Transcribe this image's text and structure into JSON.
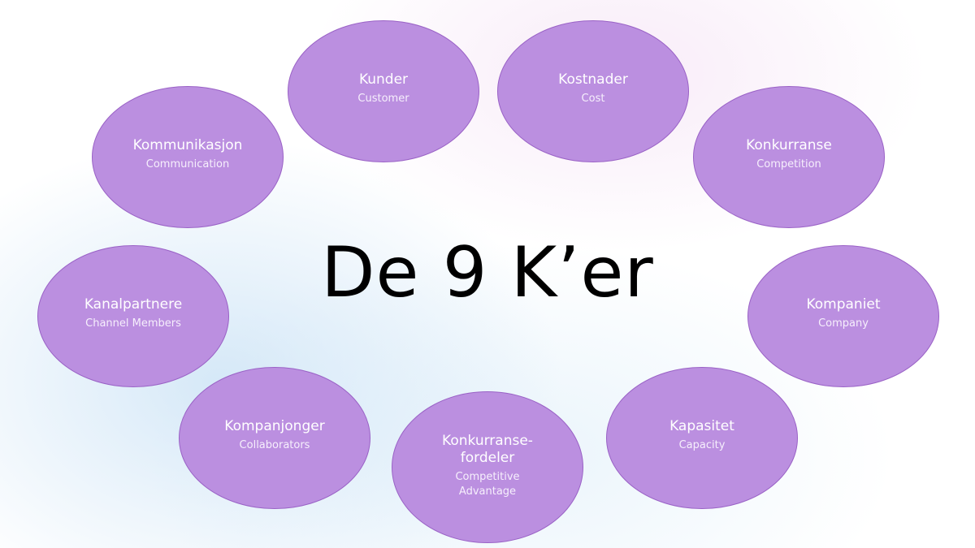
{
  "title": "De 9 K’er",
  "colors": {
    "node_fill": "#bb8fe0",
    "node_border": "#9a62c6",
    "node_text": "#ffffff",
    "title_text": "#000000"
  },
  "nodes": {
    "kunder": {
      "name": "Kunder",
      "sub": "Customer"
    },
    "kostnader": {
      "name": "Kostnader",
      "sub": "Cost"
    },
    "kommunikasjon": {
      "name": "Kommunikasjon",
      "sub": "Communication"
    },
    "konkurranse": {
      "name": "Konkurranse",
      "sub": "Competition"
    },
    "kanalpartnere": {
      "name": "Kanalpartnere",
      "sub": "Channel Members"
    },
    "kompaniet": {
      "name": "Kompaniet",
      "sub": "Company"
    },
    "kompanjonger": {
      "name": "Kompanjonger",
      "sub": "Collaborators"
    },
    "konkurransefordeler": {
      "name": "Konkurranse-\nfordeler",
      "sub": "Competitive\nAdvantage"
    },
    "kapasitet": {
      "name": "Kapasitet",
      "sub": "Capacity"
    }
  }
}
